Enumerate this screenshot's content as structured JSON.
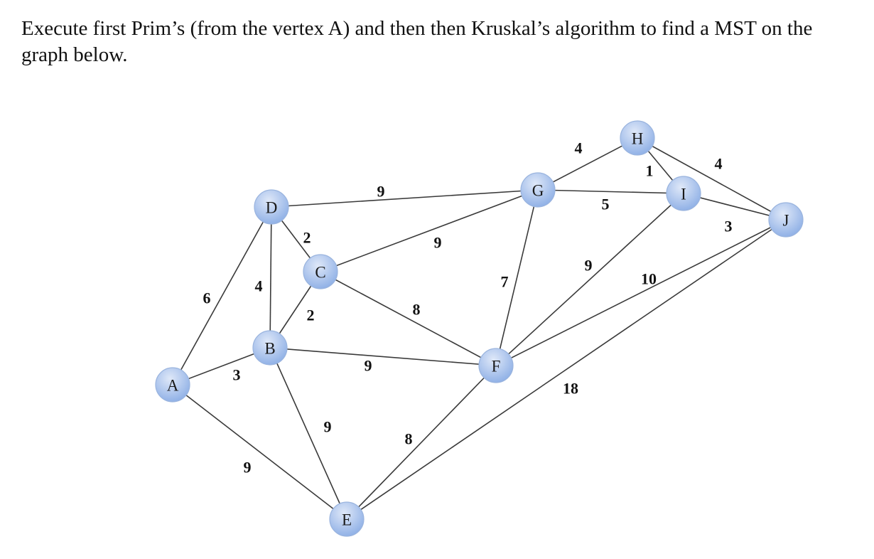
{
  "question": "Execute first Prim’s (from the vertex A) and then then Kruskal’s algorithm to find a MST on the graph below.",
  "colors": {
    "node_fill_light": "#dfe8f8",
    "node_fill_dark": "#8fb0e6",
    "node_stroke": "#9ab4de",
    "edge": "#3a3a3a"
  },
  "graph": {
    "nodes": [
      {
        "id": "A",
        "label": "A"
      },
      {
        "id": "B",
        "label": "B"
      },
      {
        "id": "C",
        "label": "C"
      },
      {
        "id": "D",
        "label": "D"
      },
      {
        "id": "E",
        "label": "E"
      },
      {
        "id": "F",
        "label": "F"
      },
      {
        "id": "G",
        "label": "G"
      },
      {
        "id": "H",
        "label": "H"
      },
      {
        "id": "I",
        "label": "I"
      },
      {
        "id": "J",
        "label": "J"
      }
    ],
    "edges": [
      {
        "from": "A",
        "to": "D",
        "weight": "6"
      },
      {
        "from": "A",
        "to": "B",
        "weight": "3"
      },
      {
        "from": "A",
        "to": "E",
        "weight": "9"
      },
      {
        "from": "D",
        "to": "B",
        "weight": "4"
      },
      {
        "from": "D",
        "to": "C",
        "weight": "2"
      },
      {
        "from": "D",
        "to": "G",
        "weight": "9"
      },
      {
        "from": "C",
        "to": "B",
        "weight": "2"
      },
      {
        "from": "C",
        "to": "G",
        "weight": "9"
      },
      {
        "from": "C",
        "to": "F",
        "weight": "8"
      },
      {
        "from": "B",
        "to": "F",
        "weight": "9"
      },
      {
        "from": "B",
        "to": "E",
        "weight": "9"
      },
      {
        "from": "E",
        "to": "F",
        "weight": "8"
      },
      {
        "from": "E",
        "to": "J",
        "weight": "18"
      },
      {
        "from": "G",
        "to": "F",
        "weight": "7"
      },
      {
        "from": "G",
        "to": "H",
        "weight": "4"
      },
      {
        "from": "G",
        "to": "I",
        "weight": "5"
      },
      {
        "from": "H",
        "to": "I",
        "weight": "1"
      },
      {
        "from": "H",
        "to": "J",
        "weight": "4"
      },
      {
        "from": "I",
        "to": "J",
        "weight": "3"
      },
      {
        "from": "I",
        "to": "F",
        "weight": "9"
      },
      {
        "from": "F",
        "to": "J",
        "weight": "10"
      }
    ]
  }
}
